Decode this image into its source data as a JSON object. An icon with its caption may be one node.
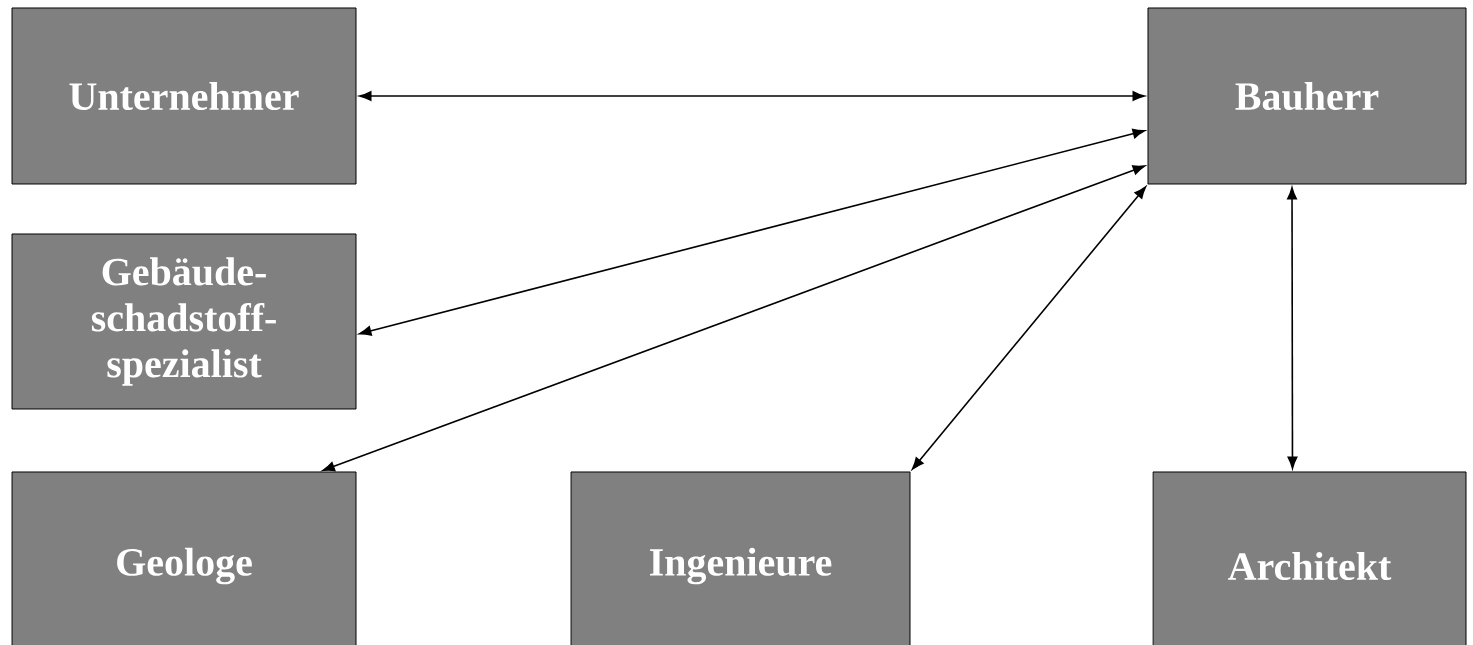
{
  "diagram": {
    "nodes": [
      {
        "text": [
          "Unternehmer"
        ]
      },
      {
        "text": [
          "Bauherr"
        ]
      },
      {
        "text": [
          "Gebäude- schadstoff- spezialist"
        ]
      },
      {
        "text": [
          "Geologe"
        ]
      },
      {
        "text": [
          "Ingenieure"
        ]
      },
      {
        "text": [
          "Architekt"
        ]
      }
    ],
    "edges": [
      {
        "from": 0,
        "to": 1,
        "arrow": "both"
      },
      {
        "from": 2,
        "to": 1,
        "arrow": "both"
      },
      {
        "from": 3,
        "to": 1,
        "arrow": "both"
      },
      {
        "from": 4,
        "to": 1,
        "arrow": "both"
      },
      {
        "from": 5,
        "to": 1,
        "arrow": "both"
      }
    ]
  }
}
